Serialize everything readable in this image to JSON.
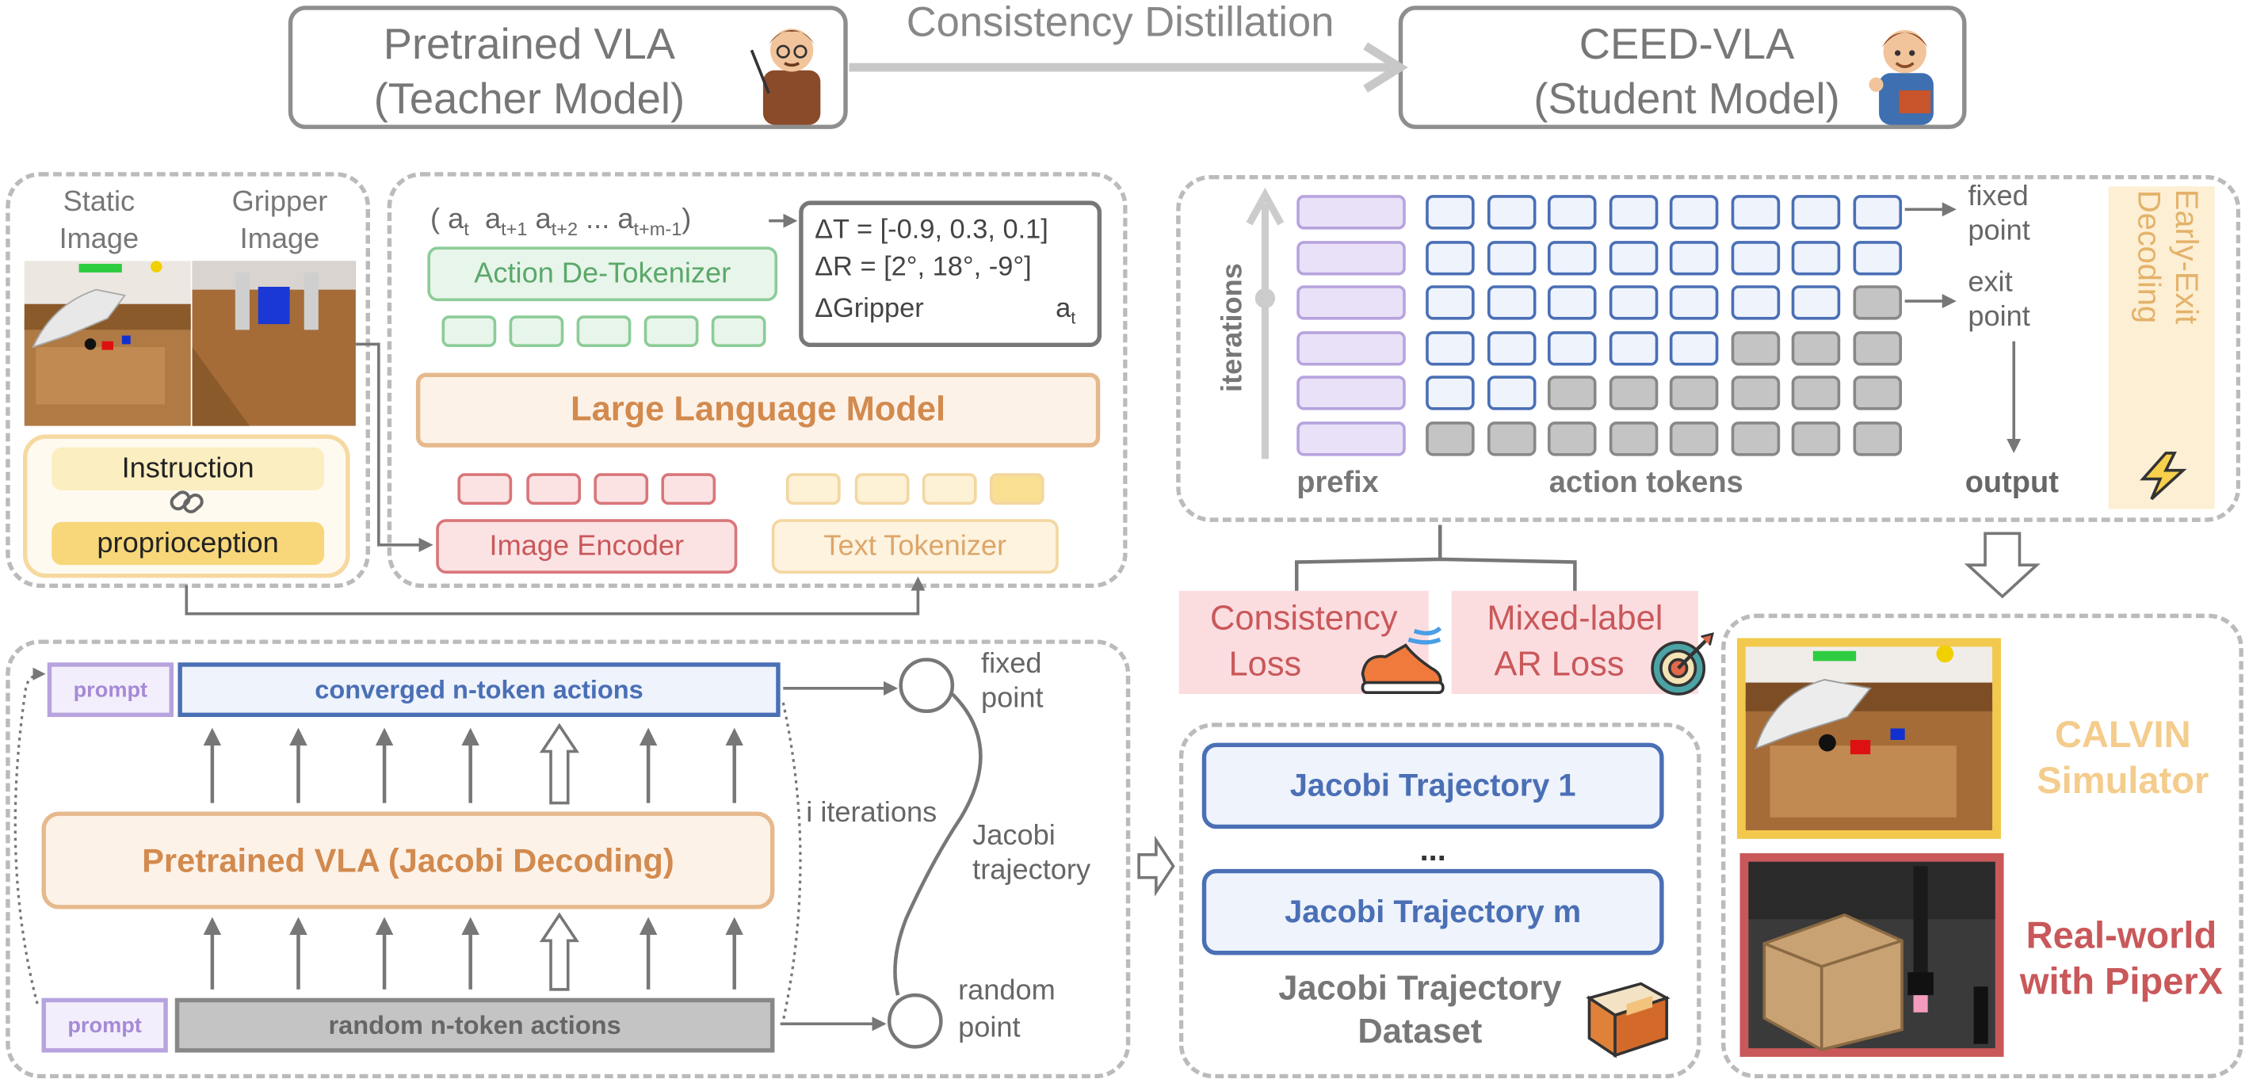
{
  "top": {
    "teacher_line1": "Pretrained VLA",
    "teacher_line2": "(Teacher Model)",
    "arrow_label": "Consistency Distillation",
    "student_line1": "CEED-VLA",
    "student_line2": "(Student Model)"
  },
  "vla_arch": {
    "static_image_line1": "Static",
    "static_image_line2": "Image",
    "gripper_image_line1": "Gripper",
    "gripper_image_line2": "Image",
    "instruction": "Instruction",
    "proprioception": "proprioception",
    "actions_seq": "( a",
    "sub_t": "t",
    "a_t1": "a",
    "sub_t1": "t+1",
    "a_t2": "a",
    "sub_t2": "t+2",
    "ellipsis": "...",
    "a_tm": "a",
    "sub_tm": "t+m-1",
    "close_paren": ")",
    "delta_t": "ΔT = [-0.9, 0.3, 0.1]",
    "delta_r": "ΔR = [2°, 18°, -9°]",
    "delta_gripper": "ΔGripper",
    "a_label": "a",
    "a_label_sub": "t",
    "action_detokenizer": "Action De-Tokenizer",
    "llm": "Large Language Model",
    "image_encoder": "Image Encoder",
    "text_tokenizer": "Text Tokenizer"
  },
  "early_exit": {
    "iterations": "iterations",
    "prefix": "prefix",
    "action_tokens": "action tokens",
    "fixed_point_l1": "fixed",
    "fixed_point_l2": "point",
    "exit_point_l1": "exit",
    "exit_point_l2": "point",
    "output": "output",
    "side_label_l1": "Early-Exit",
    "side_label_l2": "Decoding"
  },
  "losses": {
    "consistency_l1": "Consistency",
    "consistency_l2": "Loss",
    "mixed_l1": "Mixed-label",
    "mixed_l2": "AR Loss"
  },
  "jacobi": {
    "prompt_top": "prompt",
    "converged": "converged n-token actions",
    "pretrained": "Pretrained VLA  (Jacobi Decoding)",
    "prompt_bottom": "prompt",
    "random": "random n-token actions",
    "i_iterations": "i iterations",
    "fixed_l1": "fixed",
    "fixed_l2": "point",
    "traj_l1": "Jacobi",
    "traj_l2": "trajectory",
    "random_l1": "random",
    "random_l2": "point"
  },
  "dataset": {
    "traj1": "Jacobi Trajectory 1",
    "dots": "...",
    "trajm": "Jacobi Trajectory m",
    "title_l1": "Jacobi  Trajectory",
    "title_l2": "Dataset"
  },
  "sim": {
    "calvin_l1": "CALVIN",
    "calvin_l2": "Simulator",
    "real_l1": "Real-world",
    "real_l2": "with PiperX"
  },
  "colors": {
    "blue": "#4a6fb5",
    "purple": "#b7a3de",
    "orange": "#d9975a",
    "red": "#c9585a",
    "green": "#6bb37c",
    "yellow": "#f0d68a",
    "gray": "#888888"
  },
  "iteration_grid": {
    "rows": 6,
    "cols": 8,
    "gray_counts_from_top": [
      0,
      0,
      1,
      3,
      6,
      8
    ]
  }
}
